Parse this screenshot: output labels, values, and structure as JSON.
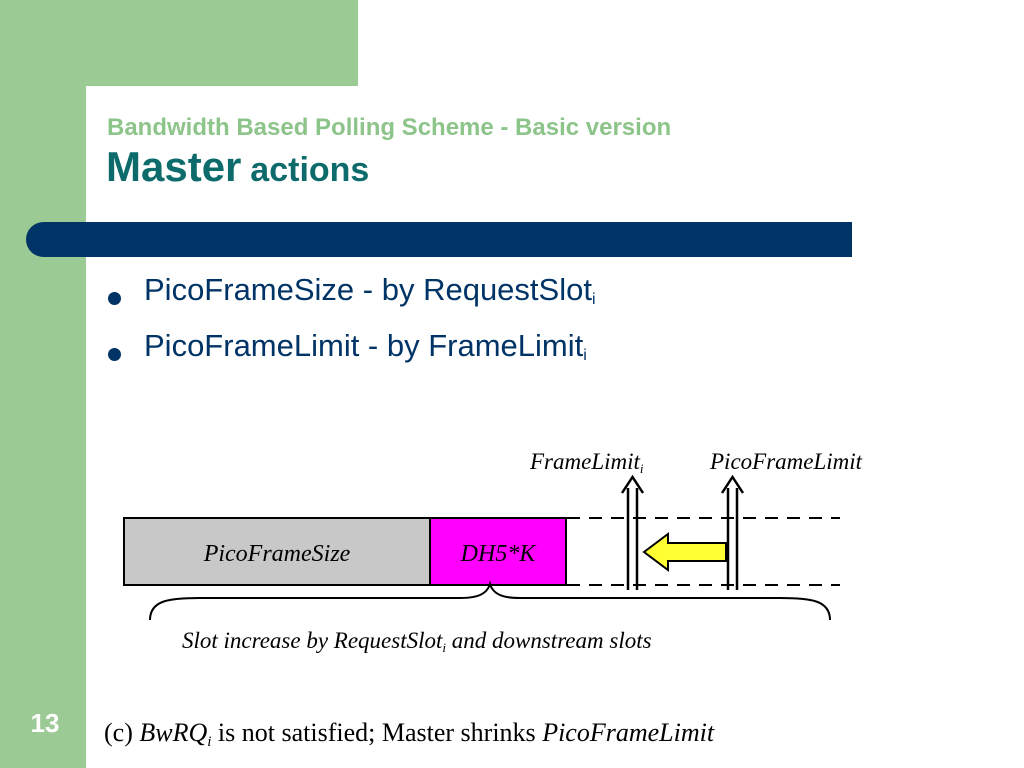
{
  "slide": {
    "subtitle": "Bandwidth Based Polling Scheme - Basic version",
    "title_word1": "Master",
    "title_word2": "actions",
    "bullets": [
      {
        "text": "PicoFrameSize - by RequestSlot",
        "sub": "i"
      },
      {
        "text": "PicoFrameLimit - by FrameLimit",
        "sub": "i"
      }
    ],
    "slide_number": "13"
  },
  "diagram": {
    "framelimit_label": "FrameLimit",
    "framelimit_sub": "i",
    "picoframelimit_label": "PicoFrameLimit",
    "picoframesize_label": "PicoFrameSize",
    "dh5k_label": "DH5*K",
    "brace_caption_part1": "Slot increase by RequestSlot",
    "brace_caption_sub": "i",
    "brace_caption_part2": " and downstream slots",
    "caption_c_prefix": "(c) ",
    "caption_c_var": "BwRQ",
    "caption_c_sub": "i",
    "caption_c_mid": " is not satisfied; Master shrinks ",
    "caption_c_end": "PicoFrameLimit"
  },
  "colors": {
    "green_band": "#9cca94",
    "title_teal": "#0e6b6b",
    "subtitle_green": "#8dc48a",
    "navy_bar": "#003466",
    "bullet_text": "#003366",
    "picoframesize_fill": "#c8c8c8",
    "dh5k_fill": "#ff00ff",
    "arrow_fill": "#ffff33"
  }
}
